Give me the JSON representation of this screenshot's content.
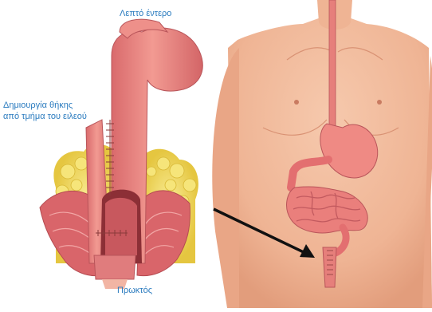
{
  "labels": {
    "small_intestine": "Λεπτό έντερο",
    "pouch_line1": "Δημιουργία θήκης",
    "pouch_line2": "από τμήμα του ειλεού",
    "rectum": "Πρωκτός"
  },
  "colors": {
    "label_text": "#2a7bbf",
    "skin": "#f1b89a",
    "skin_shadow": "#e2997a",
    "bowel": "#e87f7c",
    "bowel_dark": "#c85a5e",
    "fat": "#f2dc63",
    "fat_dark": "#e0bf3a",
    "stomach": "#f08a84",
    "arrow": "#111111",
    "staples": "#8a3a3a"
  }
}
